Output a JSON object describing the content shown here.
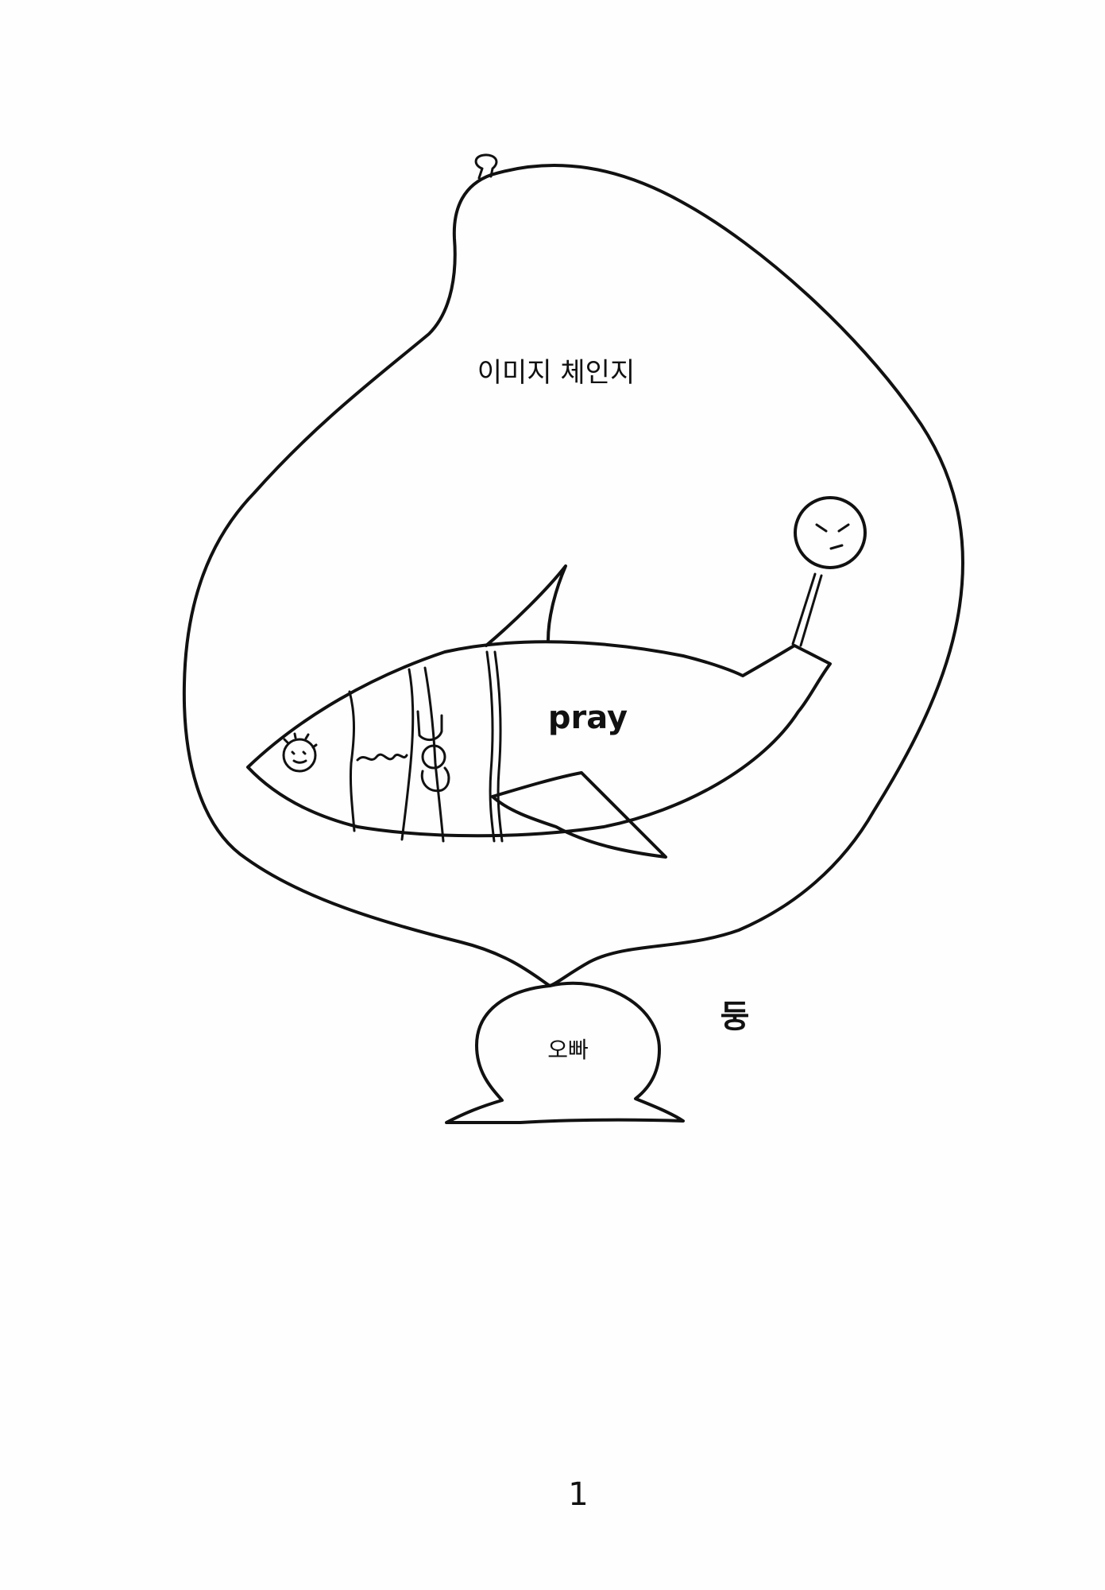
{
  "page": {
    "background_color": "#fefefe",
    "ink_color": "#111111"
  },
  "bubble": {
    "title": "이미지 체인지"
  },
  "fish": {
    "body_text": "pray"
  },
  "speaker": {
    "label": "오빠"
  },
  "sound_effect": {
    "text": "둥"
  },
  "footer": {
    "page_number": "1"
  }
}
